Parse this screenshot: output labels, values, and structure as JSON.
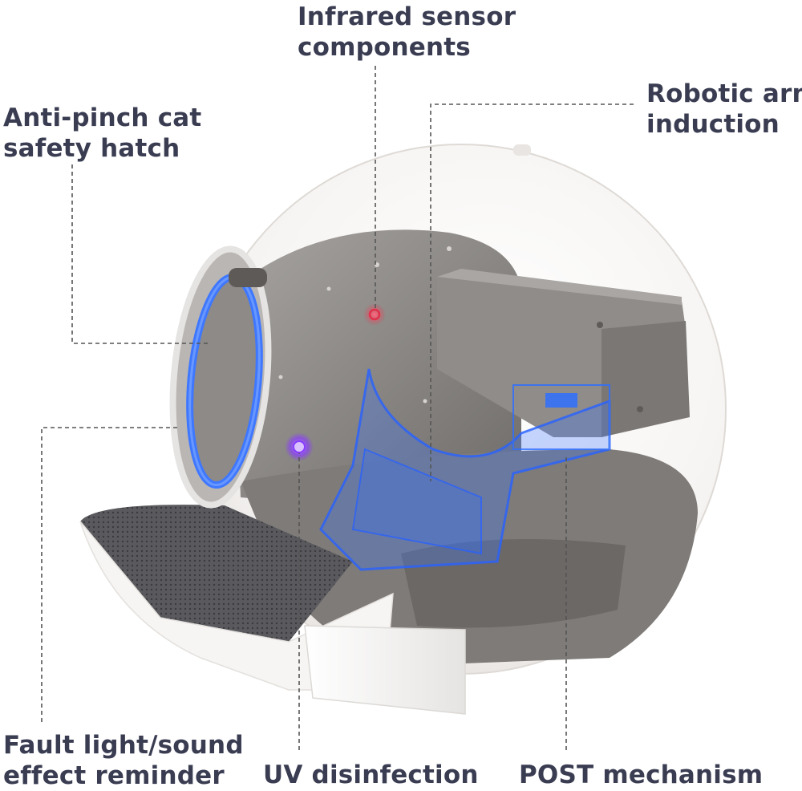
{
  "callouts": {
    "infrared": {
      "line1": "Infrared sensor",
      "line2": "components"
    },
    "robotic_arm": {
      "line1": "Robotic arm",
      "line2": "induction"
    },
    "anti_pinch": {
      "line1": "Anti-pinch cat",
      "line2": "safety hatch"
    },
    "fault_light": {
      "line1": "Fault light/sound",
      "line2": "effect reminder"
    },
    "uv": {
      "line1": "UV disinfection"
    },
    "post": {
      "line1": "POST mechanism"
    }
  },
  "colors": {
    "text": "#3a3d52",
    "leader_line": "#555555",
    "shell": "#f3f1ef",
    "interior": "#8e8b88",
    "highlight_blue": "#2f6fff",
    "infrared_red": "#e0304a",
    "uv_purple": "#8a3cff"
  }
}
